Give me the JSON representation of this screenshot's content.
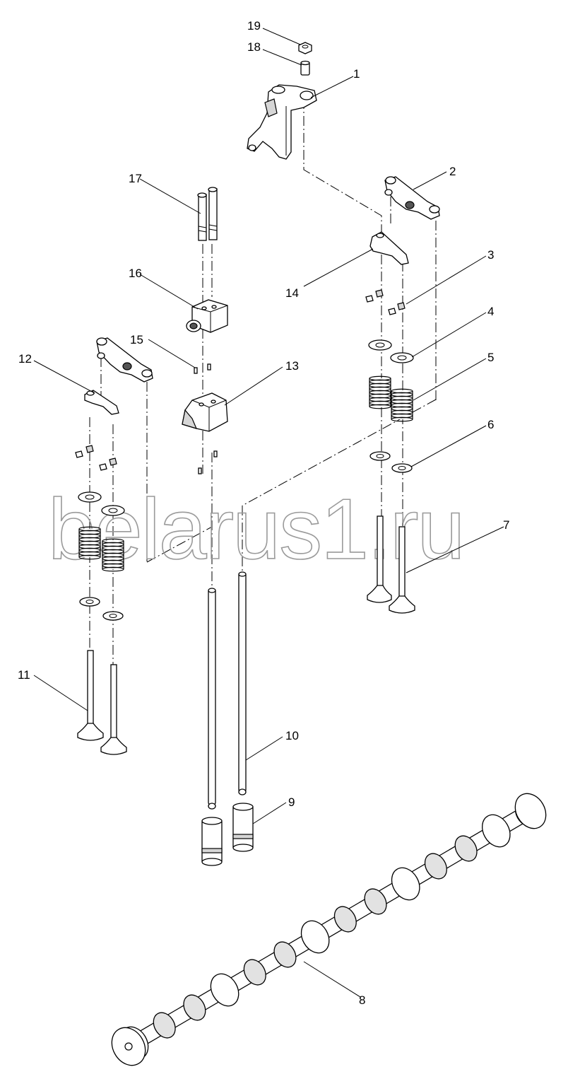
{
  "diagram": {
    "watermark": "belarus1.ru",
    "callouts": [
      {
        "id": "1",
        "label": "1"
      },
      {
        "id": "2",
        "label": "2"
      },
      {
        "id": "3",
        "label": "3"
      },
      {
        "id": "4",
        "label": "4"
      },
      {
        "id": "5",
        "label": "5"
      },
      {
        "id": "6",
        "label": "6"
      },
      {
        "id": "7",
        "label": "7"
      },
      {
        "id": "8",
        "label": "8"
      },
      {
        "id": "9",
        "label": "9"
      },
      {
        "id": "10",
        "label": "10"
      },
      {
        "id": "11",
        "label": "11"
      },
      {
        "id": "12",
        "label": "12"
      },
      {
        "id": "13",
        "label": "13"
      },
      {
        "id": "14",
        "label": "14"
      },
      {
        "id": "15",
        "label": "15"
      },
      {
        "id": "16",
        "label": "16"
      },
      {
        "id": "17",
        "label": "17"
      },
      {
        "id": "18",
        "label": "18"
      },
      {
        "id": "19",
        "label": "19"
      }
    ]
  }
}
